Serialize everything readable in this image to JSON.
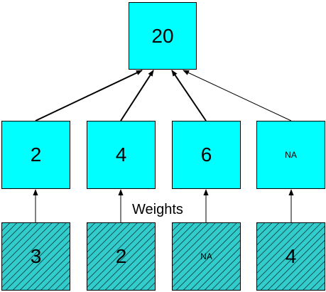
{
  "diagram": {
    "colors": {
      "node_fill": "#00ffff",
      "weight_fill": "#33cccc",
      "stroke": "#000000"
    },
    "sum_node": {
      "value": "20"
    },
    "mid_nodes": [
      {
        "value": "2"
      },
      {
        "value": "4"
      },
      {
        "value": "6"
      },
      {
        "value": "NA"
      }
    ],
    "weight_nodes": [
      {
        "value": "3"
      },
      {
        "value": "2"
      },
      {
        "value": "NA"
      },
      {
        "value": "4"
      }
    ],
    "weights_label": "Weights"
  }
}
